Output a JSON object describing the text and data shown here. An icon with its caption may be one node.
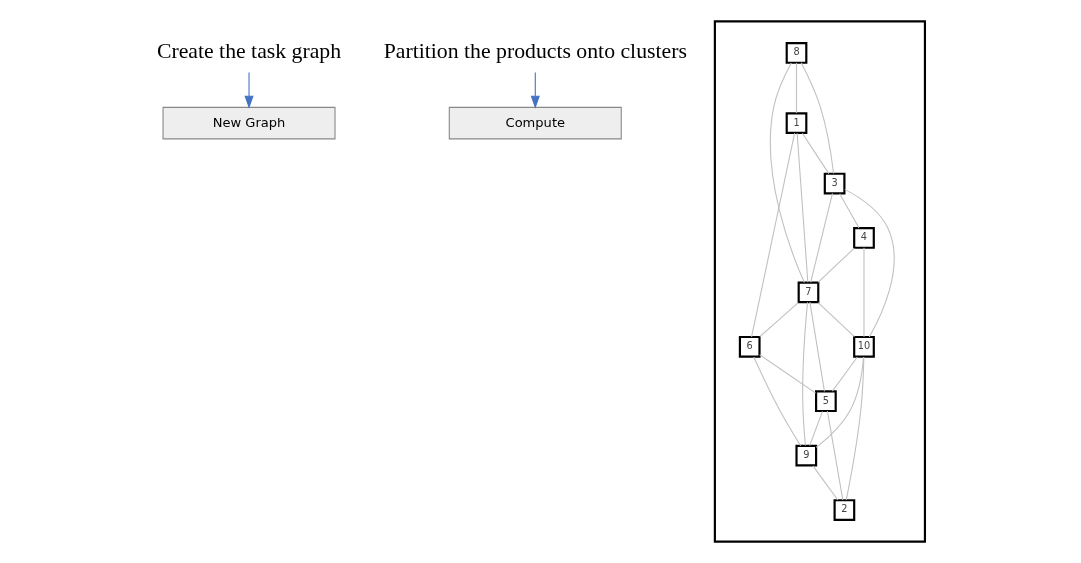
{
  "diagram": {
    "nodes": [
      {
        "text": [
          "New Graph"
        ]
      },
      {
        "text": [
          "Compute"
        ]
      },
      {
        "text": [
          "Create the task graph"
        ]
      },
      {
        "text": [
          "Partition the products onto clusters"
        ]
      },
      {
        "text": [],
        "shape": "box"
      },
      {
        "text": [
          "8"
        ],
        "in": 4
      },
      {
        "text": [
          "1"
        ],
        "in": 4
      },
      {
        "text": [
          "3"
        ],
        "in": 4
      },
      {
        "text": [
          "4"
        ],
        "in": 4
      },
      {
        "text": [
          "7"
        ],
        "in": 4
      },
      {
        "text": [
          "6"
        ],
        "in": 4
      },
      {
        "text": [
          "10"
        ],
        "in": 4
      },
      {
        "text": [
          "5"
        ],
        "in": 4
      },
      {
        "text": [
          "2"
        ],
        "in": 4
      },
      {
        "text": [
          "9"
        ],
        "in": 4
      }
    ],
    "edges": [
      {
        "from": 2,
        "to": 0,
        "arrow": "to",
        "color": "#4472c4"
      },
      {
        "from": 3,
        "to": 1,
        "arrow": "to",
        "color": "#4472c4"
      },
      {
        "from": 5,
        "to": 6,
        "arrow": "none"
      },
      {
        "from": 5,
        "to": 7,
        "arrow": "none"
      },
      {
        "from": 5,
        "to": 9,
        "arrow": "none"
      },
      {
        "from": 6,
        "to": 7,
        "arrow": "none"
      },
      {
        "from": 6,
        "to": 9,
        "arrow": "none"
      },
      {
        "from": 6,
        "to": 10,
        "arrow": "none"
      },
      {
        "from": 7,
        "to": 8,
        "arrow": "none"
      },
      {
        "from": 7,
        "to": 9,
        "arrow": "none"
      },
      {
        "from": 7,
        "to": 11,
        "arrow": "none"
      },
      {
        "from": 8,
        "to": 9,
        "arrow": "none"
      },
      {
        "from": 8,
        "to": 11,
        "arrow": "none"
      },
      {
        "from": 9,
        "to": 10,
        "arrow": "none"
      },
      {
        "from": 9,
        "to": 11,
        "arrow": "none"
      },
      {
        "from": 9,
        "to": 12,
        "arrow": "none"
      },
      {
        "from": 9,
        "to": 14,
        "arrow": "none"
      },
      {
        "from": 10,
        "to": 12,
        "arrow": "none"
      },
      {
        "from": 10,
        "to": 14,
        "arrow": "none"
      },
      {
        "from": 11,
        "to": 12,
        "arrow": "none"
      },
      {
        "from": 11,
        "to": 14,
        "arrow": "none"
      },
      {
        "from": 11,
        "to": 13,
        "arrow": "none"
      },
      {
        "from": 12,
        "to": 13,
        "arrow": "none"
      },
      {
        "from": 12,
        "to": 14,
        "arrow": "none"
      },
      {
        "from": 14,
        "to": 13,
        "arrow": "none"
      }
    ]
  }
}
